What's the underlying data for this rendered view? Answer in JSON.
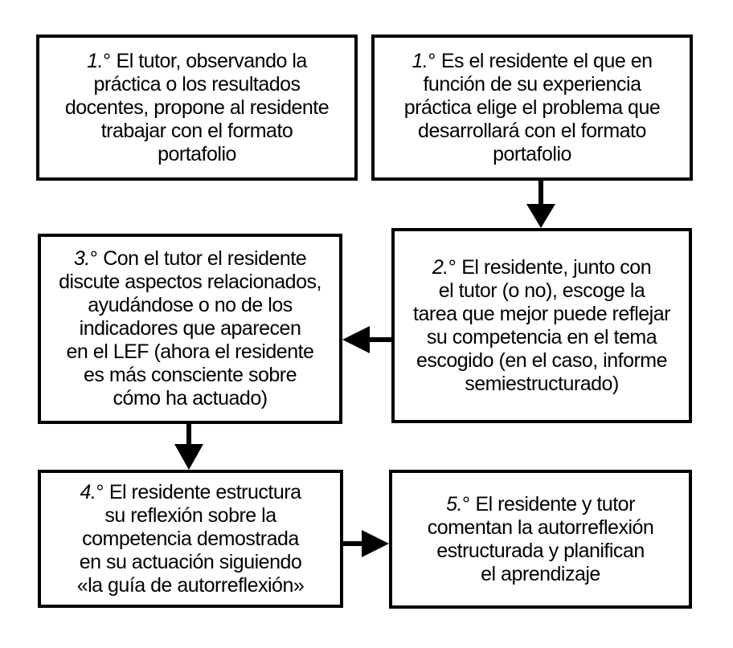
{
  "figure": {
    "type": "flowchart",
    "background_color": "#ffffff",
    "line_color": "#000000"
  },
  "boxes": [
    {
      "id": "box-1",
      "num": "1.",
      "ordinal": "°",
      "text": "El tutor, observando la\npráctica o los resultados\ndocentes, propone al residente\ntrabajar con el formato\nportafolio"
    },
    {
      "id": "box-2",
      "num": "1.",
      "ordinal": "°",
      "text": "Es el residente el que en\nfunción de su experiencia\npráctica elige el problema que\ndesarrollará con el formato\nportafolio"
    },
    {
      "id": "box-3",
      "num": "3.",
      "ordinal": "°",
      "text": "Con el tutor el residente\ndiscute aspectos relacionados,\nayudándose o no de los\nindicadores que aparecen\nen el LEF (ahora el residente\nes más consciente sobre\ncómo ha actuado)"
    },
    {
      "id": "box-4",
      "num": "2.",
      "ordinal": "°",
      "text": "El residente, junto con\nel tutor (o no), escoge la\ntarea que mejor puede reflejar\nsu competencia en el tema\nescogido (en el caso, informe\nsemiestructurado)"
    },
    {
      "id": "box-5",
      "num": "4.",
      "ordinal": "°",
      "text": "El residente estructura\nsu reflexión sobre la\ncompetencia demostrada\nen su actuación siguiendo\n«la guía de autorreflexión»"
    },
    {
      "id": "box-6",
      "num": "5.",
      "ordinal": "°",
      "text": "El residente y tutor\ncomentan la autorreflexión\nestructurada y planifican\nel aprendizaje"
    }
  ],
  "arrows": [
    {
      "from": "box-2",
      "to": "box-4",
      "direction": "down"
    },
    {
      "from": "box-4",
      "to": "box-3",
      "direction": "left"
    },
    {
      "from": "box-3",
      "to": "box-5",
      "direction": "down"
    },
    {
      "from": "box-5",
      "to": "box-6",
      "direction": "right"
    }
  ]
}
